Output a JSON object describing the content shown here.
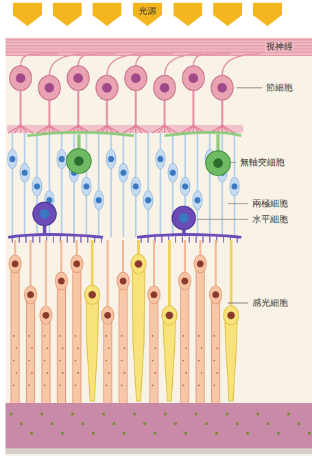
{
  "diagram": {
    "labels": [
      "光源",
      "視神經",
      "節細胞",
      "無軸突細胞",
      "兩極細胞",
      "水平細胞",
      "感光細胞"
    ]
  }
}
